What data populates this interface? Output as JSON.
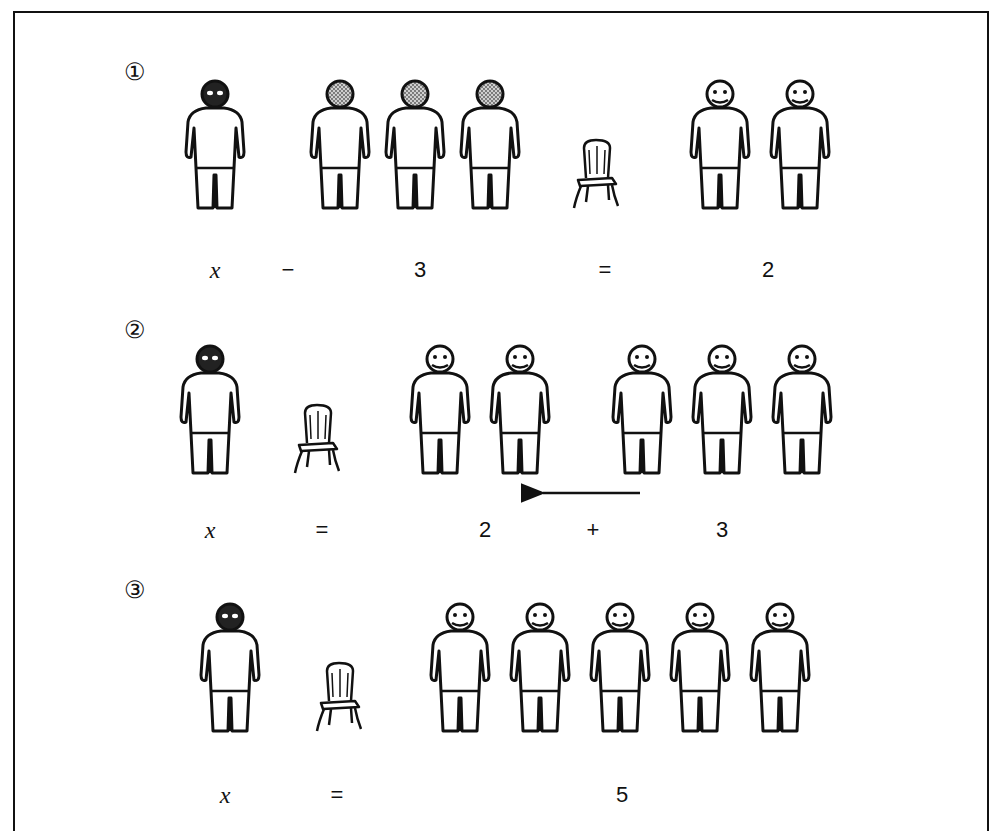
{
  "diagram": {
    "labels": [
      "①",
      "x",
      "−",
      "3",
      "=",
      "2",
      "②",
      "x",
      "=",
      "2",
      "+",
      "3",
      "③",
      "x",
      "=",
      "5"
    ]
  }
}
